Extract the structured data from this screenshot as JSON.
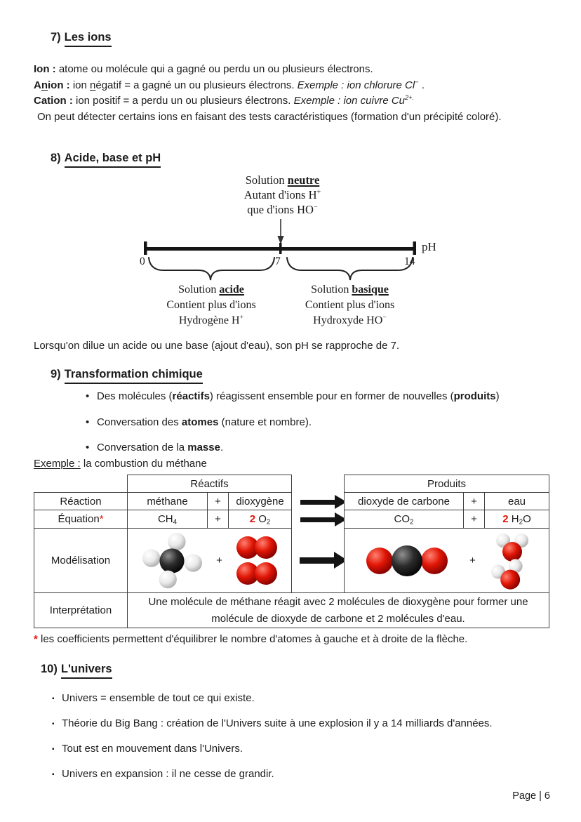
{
  "ions": {
    "heading_num": "7)",
    "heading_text": "Les ions",
    "ion_term": "Ion :",
    "ion_rest": " atome ou molécule qui a gagné ou perdu un ou plusieurs électrons.",
    "anion_a": "A",
    "anion_n": "n",
    "anion_b": "ion :",
    "anion_mid": " ion ",
    "anion_n2": "n",
    "anion_rest": "égatif = a gagné un ou plusieurs électrons. ",
    "anion_example": "Exemple : ion chlorure Cl",
    "anion_sup": "−",
    "anion_period": " .",
    "cation_term": "Cation :",
    "cation_rest": " ion positif = a perdu un ou plusieurs électrons. ",
    "cation_example": "Exemple : ion cuivre Cu",
    "cation_sup": "2+.",
    "detect": "On peut détecter certains ions en faisant des tests caractéristiques (formation d'un précipité coloré)."
  },
  "ph": {
    "heading_num": "8)",
    "heading_text": "Acide, base et pH",
    "neutral_1a": "Solution ",
    "neutral_1b": "neutre",
    "neutral_2": "Autant d'ions H",
    "neutral_2sup": "+",
    "neutral_3": "que d'ions HO",
    "neutral_3sup": "−",
    "ph_label": "pH",
    "tick0": "0",
    "tick7": "7",
    "tick14": "14",
    "acid_1a": "Solution ",
    "acid_1b": "acide",
    "acid_2": "Contient plus d'ions",
    "acid_3": "Hydrogène H",
    "acid_3sup": "+",
    "base_1a": "Solution ",
    "base_1b": "basique",
    "base_2": "Contient plus d'ions",
    "base_3": "Hydroxyde HO",
    "base_3sup": "−",
    "dilution": "Lorsqu'on dilue un acide ou une base (ajout d'eau), son pH se rapproche de 7."
  },
  "transformation": {
    "heading_num": "9)",
    "heading_text": "Transformation chimique",
    "bullet_icon": "•",
    "b1_a": "Des molécules (",
    "b1_b": "réactifs",
    "b1_c": ") réagissent ensemble pour en former de nouvelles (",
    "b1_d": "produits",
    "b1_e": ")",
    "b2_a": "Conversation des ",
    "b2_b": "atomes",
    "b2_c": " (nature et nombre).",
    "b3_a": "Conversation de la ",
    "b3_b": "masse",
    "b3_c": ".",
    "example_label": "Exemple :",
    "example_rest": " la combustion du méthane"
  },
  "table": {
    "reactifs": "Réactifs",
    "produits": "Produits",
    "reaction_label": "Réaction",
    "r_methane": "méthane",
    "plus": "+",
    "r_dioxygene": "dioxygène",
    "p_co2name": "dioxyde de carbone",
    "p_eau": "eau",
    "equation_label": "Équation",
    "equation_star": "*",
    "eq_ch": "CH",
    "eq_ch_sub": "4",
    "eq_coef2": "2",
    "eq_o": " O",
    "eq_o_sub": "2",
    "eq_co": "CO",
    "eq_co_sub": "2",
    "eq_h2o_coef": "2",
    "eq_h2o_a": " H",
    "eq_h2o_sub": "2",
    "eq_h2o_b": "O",
    "model_label": "Modélisation",
    "interp_label": "Interprétation",
    "interp_1": "Une molécule de méthane réagit avec 2 molécules de dioxygène pour former une",
    "interp_2": "molécule de dioxyde de carbone et 2 molécules d'eau."
  },
  "footnote": {
    "star": "*",
    "text": " les coefficients permettent d'équilibrer le nombre d'atomes à gauche et à droite de la flèche."
  },
  "universe": {
    "heading_num": "10)",
    "heading_text": "L'univers",
    "bullet_icon": "▪",
    "bullets": [
      "Univers = ensemble de tout ce qui existe.",
      "Théorie du Big Bang : création de l'Univers suite à une explosion il y a 14 milliards d'années.",
      "Tout est en mouvement dans l'Univers.",
      "Univers en expansion : il ne cesse de grandir."
    ]
  },
  "footer": {
    "page_label": "Page | 6"
  },
  "colors": {
    "text": "#1c1c1c",
    "accent_red": "#e3120b",
    "table_border": "#3f3f3f",
    "sphere_red": "#cf0d0d",
    "sphere_black": "#141414",
    "sphere_white": "#ededed"
  }
}
